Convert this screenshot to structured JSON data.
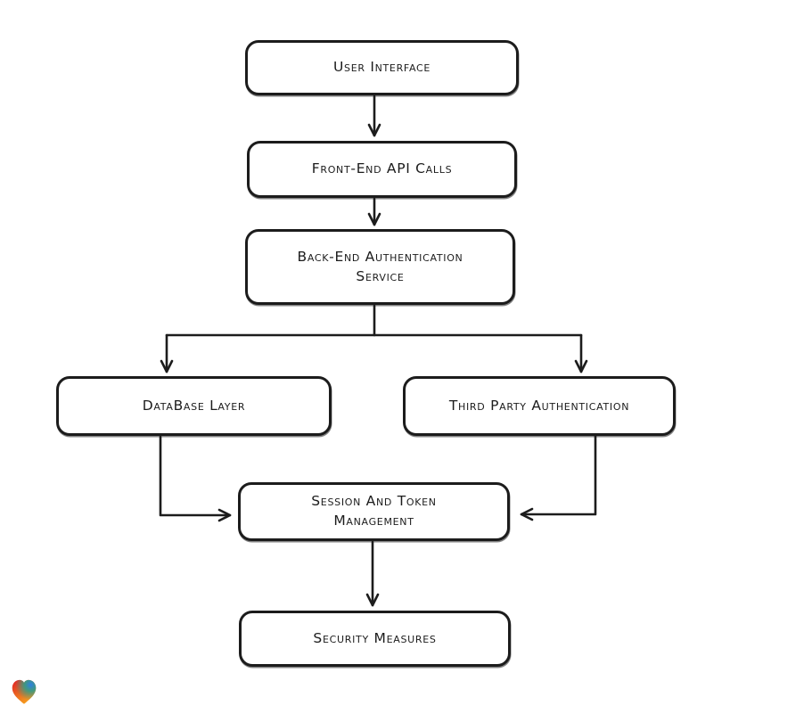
{
  "diagram": {
    "nodes": [
      {
        "id": "user-interface",
        "label": "User Interface"
      },
      {
        "id": "front-end-api-calls",
        "label": "Front-End API Calls"
      },
      {
        "id": "back-end-authentication-service",
        "label": "Back-End Authentication Service"
      },
      {
        "id": "database-layer",
        "label": "DataBase Layer"
      },
      {
        "id": "third-party-authentication",
        "label": "Third Party Authentication"
      },
      {
        "id": "session-and-token-management",
        "label": "Session And Token Management"
      },
      {
        "id": "security-measures",
        "label": "Security Measures"
      }
    ],
    "edges": [
      {
        "from": "user-interface",
        "to": "front-end-api-calls"
      },
      {
        "from": "front-end-api-calls",
        "to": "back-end-authentication-service"
      },
      {
        "from": "back-end-authentication-service",
        "to": "database-layer"
      },
      {
        "from": "back-end-authentication-service",
        "to": "third-party-authentication"
      },
      {
        "from": "database-layer",
        "to": "session-and-token-management"
      },
      {
        "from": "third-party-authentication",
        "to": "session-and-token-management"
      },
      {
        "from": "session-and-token-management",
        "to": "security-measures"
      }
    ],
    "style": {
      "node_fill": "#ffffff",
      "node_stroke": "#1c1c1c",
      "text_color": "#1c1c1c",
      "background": "#ffffff"
    }
  },
  "branding": {
    "logo": "heart-logo",
    "logo_colors": [
      "#e21d26",
      "#2e7fe2",
      "#2e9e88",
      "#f6a21e"
    ]
  }
}
